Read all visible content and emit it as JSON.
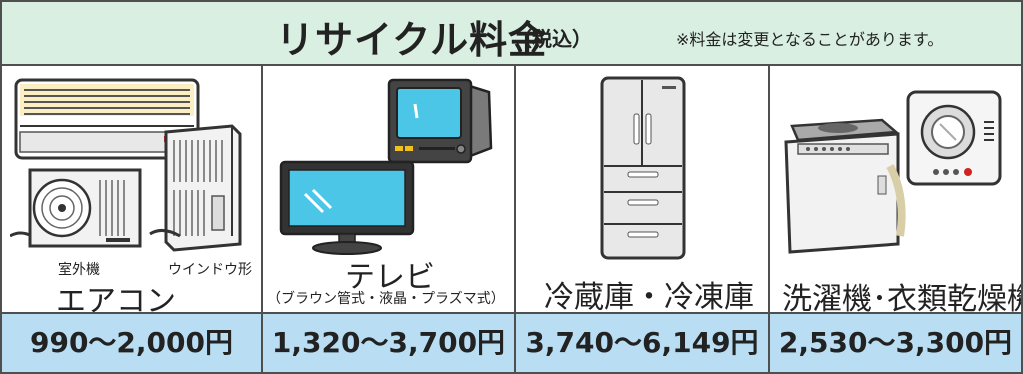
{
  "header": {
    "title": "リサイクル料金",
    "subtitle": "（税込）",
    "note": "※料金は変更となることがあります。"
  },
  "columns": [
    {
      "name": "エアコン",
      "sublabels": [
        "室外機",
        "ウインドウ形"
      ],
      "price": "990〜2,000円",
      "icons": [
        "air-conditioner-indoor-icon",
        "air-conditioner-outdoor-icon",
        "window-air-conditioner-icon"
      ]
    },
    {
      "name": "テレビ",
      "note": "（ブラウン管式・液晶・プラズマ式）",
      "price": "1,320〜3,700円",
      "icons": [
        "crt-tv-icon",
        "flat-tv-icon"
      ]
    },
    {
      "name": "冷蔵庫・冷凍庫",
      "price": "3,740〜6,149円",
      "icons": [
        "refrigerator-icon"
      ]
    },
    {
      "name": "洗濯機･衣類乾燥機",
      "price": "2,530〜3,300円",
      "icons": [
        "washing-machine-icon",
        "clothes-dryer-icon"
      ]
    }
  ],
  "colors": {
    "header_bg": "#d9efe2",
    "price_bg": "#b9def3",
    "border": "#4f4f4f"
  }
}
